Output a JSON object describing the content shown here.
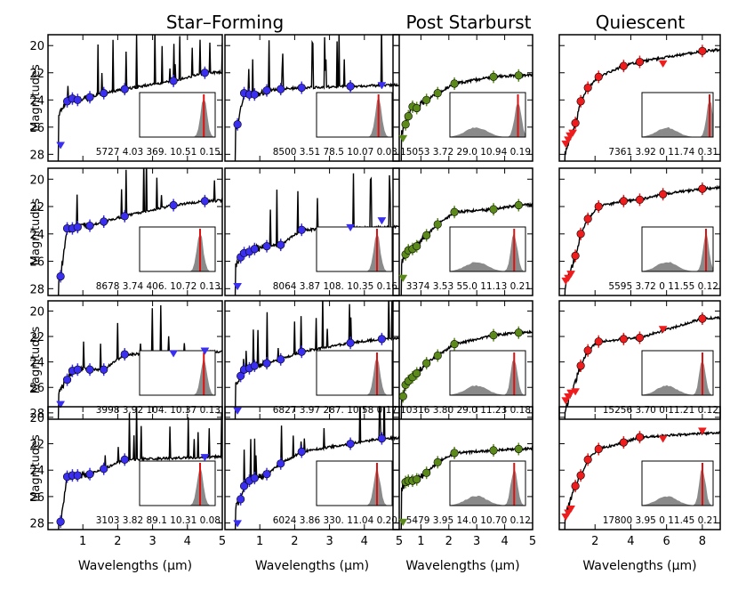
{
  "figure": {
    "column_titles": [
      "Star–Forming",
      "Post Starburst",
      "Quiescent"
    ],
    "ylabel": "Magnitudes",
    "xlabel": "Wavelengths (μm)",
    "colors": {
      "Star-Forming": "#3a2ff0",
      "Post Starburst": "#5b8a1a",
      "Quiescent": "#ee1c1c",
      "histogram": "#8a8a8a",
      "marker_line": "#e01010"
    }
  },
  "chart_data": {
    "type": "scatter",
    "y_axis": {
      "range": [
        28.5,
        19.2
      ],
      "inverted": true,
      "ticks": [
        20,
        22,
        24,
        26,
        28
      ]
    },
    "x_axes": [
      {
        "column": 0,
        "range": [
          0,
          5
        ],
        "ticks": [
          1,
          2,
          3,
          4,
          5
        ]
      },
      {
        "column": 1,
        "range": [
          0,
          5
        ],
        "ticks": [
          1,
          2,
          3,
          4,
          5
        ]
      },
      {
        "column": 2,
        "range": [
          0,
          5
        ],
        "ticks": [
          1,
          2,
          3,
          4,
          5
        ]
      },
      {
        "column": 3,
        "range": [
          0,
          9
        ],
        "ticks": [
          2,
          4,
          6,
          8
        ]
      }
    ],
    "panels": [
      {
        "id": "sf-1-1",
        "group": "Star-Forming",
        "col": 0,
        "row": 0,
        "stats": "5727 4.03 369. 10.51 0.15",
        "photometry": [
          [
            0.36,
            27.3,
            "tri"
          ],
          [
            0.55,
            24.1,
            "c"
          ],
          [
            0.7,
            23.9,
            "c"
          ],
          [
            0.85,
            24.0,
            "c"
          ],
          [
            1.2,
            23.8,
            "c"
          ],
          [
            1.6,
            23.5,
            "c"
          ],
          [
            2.2,
            23.2,
            "c"
          ],
          [
            3.6,
            22.6,
            "c"
          ],
          [
            4.5,
            22.0,
            "c"
          ]
        ],
        "hist_peak": 0.85
      },
      {
        "id": "sf-1-2",
        "group": "Star-Forming",
        "col": 1,
        "row": 0,
        "stats": "8500 3.51 78.5 10.07 0.03",
        "photometry": [
          [
            0.36,
            25.8,
            "c"
          ],
          [
            0.55,
            23.5,
            "c"
          ],
          [
            0.7,
            23.6,
            "c"
          ],
          [
            0.85,
            23.6,
            "c"
          ],
          [
            1.2,
            23.3,
            "c"
          ],
          [
            1.6,
            23.2,
            "c"
          ],
          [
            2.2,
            23.1,
            "c"
          ],
          [
            3.6,
            23.0,
            "c"
          ],
          [
            4.5,
            22.9,
            "tri"
          ]
        ],
        "hist_peak": 0.82
      },
      {
        "id": "psb-1",
        "group": "Post Starburst",
        "col": 2,
        "row": 0,
        "stats": "15053 3.72 29.0 10.94 0.19",
        "photometry": [
          [
            0.36,
            26.8,
            "tri"
          ],
          [
            0.45,
            25.8,
            "c"
          ],
          [
            0.55,
            25.2,
            "c"
          ],
          [
            0.7,
            24.5,
            "c"
          ],
          [
            0.85,
            24.6,
            "c"
          ],
          [
            1.2,
            24.0,
            "c"
          ],
          [
            1.6,
            23.5,
            "c"
          ],
          [
            2.2,
            22.8,
            "c"
          ],
          [
            3.6,
            22.3,
            "c"
          ],
          [
            4.5,
            22.2,
            "c"
          ]
        ],
        "hist_peak": 0.9
      },
      {
        "id": "q-1",
        "group": "Quiescent",
        "col": 3,
        "row": 0,
        "stats": "7361 3.92 0 11.74 0.31",
        "photometry": [
          [
            0.36,
            27.2,
            "tri"
          ],
          [
            0.5,
            26.9,
            "tri"
          ],
          [
            0.6,
            26.6,
            "tri"
          ],
          [
            0.75,
            26.4,
            "tri"
          ],
          [
            0.9,
            25.7,
            "c"
          ],
          [
            1.2,
            24.1,
            "c"
          ],
          [
            1.6,
            23.1,
            "c"
          ],
          [
            2.2,
            22.3,
            "c"
          ],
          [
            3.6,
            21.5,
            "c"
          ],
          [
            4.5,
            21.2,
            "c"
          ],
          [
            5.8,
            21.3,
            "tri"
          ],
          [
            8.0,
            20.4,
            "c"
          ]
        ],
        "hist_peak": 0.95
      },
      {
        "id": "sf-2-1",
        "group": "Star-Forming",
        "col": 0,
        "row": 1,
        "stats": "8678 3.74 406. 10.72 0.13",
        "photometry": [
          [
            0.36,
            27.1,
            "c"
          ],
          [
            0.55,
            23.6,
            "c"
          ],
          [
            0.7,
            23.6,
            "c"
          ],
          [
            0.85,
            23.5,
            "c"
          ],
          [
            1.2,
            23.4,
            "c"
          ],
          [
            1.6,
            23.1,
            "c"
          ],
          [
            2.2,
            22.7,
            "c"
          ],
          [
            3.6,
            21.9,
            "c"
          ],
          [
            4.5,
            21.6,
            "c"
          ]
        ],
        "hist_peak": 0.8
      },
      {
        "id": "sf-2-2",
        "group": "Star-Forming",
        "col": 1,
        "row": 1,
        "stats": "8064 3.87 108. 10.35 0.16",
        "photometry": [
          [
            0.36,
            27.8,
            "tri"
          ],
          [
            0.45,
            25.7,
            "c"
          ],
          [
            0.55,
            25.4,
            "c"
          ],
          [
            0.7,
            25.3,
            "c"
          ],
          [
            0.85,
            25.1,
            "c"
          ],
          [
            1.2,
            24.9,
            "c"
          ],
          [
            1.6,
            24.8,
            "c"
          ],
          [
            2.2,
            23.7,
            "c"
          ],
          [
            3.6,
            23.5,
            "tri"
          ],
          [
            4.5,
            23.0,
            "tri"
          ]
        ],
        "hist_peak": 0.8
      },
      {
        "id": "psb-2",
        "group": "Post Starburst",
        "col": 2,
        "row": 1,
        "stats": "3374 3.53 55.0 11.13 0.21",
        "photometry": [
          [
            0.36,
            27.2,
            "tri"
          ],
          [
            0.45,
            25.5,
            "c"
          ],
          [
            0.55,
            25.2,
            "c"
          ],
          [
            0.7,
            25.1,
            "c"
          ],
          [
            0.85,
            24.9,
            "c"
          ],
          [
            1.2,
            24.1,
            "c"
          ],
          [
            1.6,
            23.3,
            "c"
          ],
          [
            2.2,
            22.4,
            "c"
          ],
          [
            3.6,
            22.2,
            "c"
          ],
          [
            4.5,
            21.9,
            "c"
          ]
        ],
        "hist_peak": 0.85
      },
      {
        "id": "q-2",
        "group": "Quiescent",
        "col": 3,
        "row": 1,
        "stats": "5595 3.72 0 11.55 0.12",
        "photometry": [
          [
            0.36,
            27.4,
            "tri"
          ],
          [
            0.5,
            27.2,
            "tri"
          ],
          [
            0.65,
            26.9,
            "tri"
          ],
          [
            0.9,
            25.6,
            "c"
          ],
          [
            1.2,
            24.0,
            "c"
          ],
          [
            1.6,
            22.9,
            "c"
          ],
          [
            2.2,
            22.0,
            "c"
          ],
          [
            3.6,
            21.6,
            "c"
          ],
          [
            4.5,
            21.5,
            "c"
          ],
          [
            5.8,
            21.1,
            "c"
          ],
          [
            8.0,
            20.7,
            "c"
          ]
        ],
        "hist_peak": 0.9
      },
      {
        "id": "sf-3-1",
        "group": "Star-Forming",
        "col": 0,
        "row": 2,
        "stats": "3998 3.92 104. 10.37 0.13",
        "photometry": [
          [
            0.36,
            27.3,
            "tri"
          ],
          [
            0.55,
            25.4,
            "c"
          ],
          [
            0.7,
            24.7,
            "c"
          ],
          [
            0.85,
            24.6,
            "c"
          ],
          [
            1.2,
            24.6,
            "c"
          ],
          [
            1.6,
            24.6,
            "c"
          ],
          [
            2.2,
            23.4,
            "c"
          ],
          [
            3.6,
            23.3,
            "tri"
          ],
          [
            4.5,
            23.1,
            "tri"
          ]
        ],
        "hist_peak": 0.85
      },
      {
        "id": "sf-3-2",
        "group": "Star-Forming",
        "col": 1,
        "row": 2,
        "stats": "6827 3.97 287. 10.58 0.17",
        "photometry": [
          [
            0.36,
            27.8,
            "tri"
          ],
          [
            0.45,
            25.1,
            "c"
          ],
          [
            0.55,
            24.6,
            "c"
          ],
          [
            0.7,
            24.5,
            "c"
          ],
          [
            0.85,
            24.3,
            "c"
          ],
          [
            1.2,
            24.1,
            "c"
          ],
          [
            1.6,
            23.8,
            "c"
          ],
          [
            2.2,
            23.2,
            "c"
          ],
          [
            3.6,
            22.5,
            "c"
          ],
          [
            4.5,
            22.2,
            "c"
          ]
        ],
        "hist_peak": 0.8
      },
      {
        "id": "psb-3",
        "group": "Post Starburst",
        "col": 2,
        "row": 2,
        "stats": "10316 3.80 29.0 11.23 0.18",
        "photometry": [
          [
            0.36,
            26.7,
            "c"
          ],
          [
            0.45,
            25.8,
            "c"
          ],
          [
            0.55,
            25.5,
            "c"
          ],
          [
            0.7,
            25.2,
            "c"
          ],
          [
            0.85,
            24.9,
            "c"
          ],
          [
            1.2,
            24.1,
            "c"
          ],
          [
            1.6,
            23.5,
            "c"
          ],
          [
            2.2,
            22.6,
            "c"
          ],
          [
            3.6,
            21.9,
            "c"
          ],
          [
            4.5,
            21.7,
            "c"
          ]
        ],
        "hist_peak": 0.85
      },
      {
        "id": "q-3",
        "group": "Quiescent",
        "col": 3,
        "row": 2,
        "stats": "15256 3.70 0 11.21 0.12",
        "photometry": [
          [
            0.36,
            27.0,
            "tri"
          ],
          [
            0.5,
            26.7,
            "tri"
          ],
          [
            0.65,
            26.4,
            "tri"
          ],
          [
            0.9,
            26.3,
            "tri"
          ],
          [
            1.2,
            24.3,
            "c"
          ],
          [
            1.6,
            23.1,
            "c"
          ],
          [
            2.2,
            22.4,
            "c"
          ],
          [
            3.6,
            22.2,
            "c"
          ],
          [
            4.5,
            22.1,
            "c"
          ],
          [
            5.8,
            21.4,
            "tri"
          ],
          [
            8.0,
            20.6,
            "c"
          ]
        ],
        "hist_peak": 0.85
      },
      {
        "id": "sf-4-1",
        "group": "Star-Forming",
        "col": 0,
        "row": 3,
        "stats": "3103 3.82 89.1 10.31 0.08",
        "photometry": [
          [
            0.36,
            27.9,
            "c"
          ],
          [
            0.55,
            24.5,
            "c"
          ],
          [
            0.7,
            24.4,
            "c"
          ],
          [
            0.85,
            24.4,
            "c"
          ],
          [
            1.2,
            24.3,
            "c"
          ],
          [
            1.6,
            23.9,
            "c"
          ],
          [
            2.2,
            23.2,
            "c"
          ],
          [
            4.5,
            23.0,
            "tri"
          ]
        ],
        "hist_peak": 0.8
      },
      {
        "id": "sf-4-2",
        "group": "Star-Forming",
        "col": 1,
        "row": 3,
        "stats": "6024 3.86 330. 11.04 0.20",
        "photometry": [
          [
            0.36,
            28.0,
            "tri"
          ],
          [
            0.45,
            26.2,
            "c"
          ],
          [
            0.55,
            25.2,
            "c"
          ],
          [
            0.7,
            24.8,
            "c"
          ],
          [
            0.85,
            24.6,
            "c"
          ],
          [
            1.2,
            24.3,
            "c"
          ],
          [
            1.6,
            23.5,
            "c"
          ],
          [
            2.2,
            22.6,
            "c"
          ],
          [
            3.6,
            22.0,
            "c"
          ],
          [
            4.5,
            21.6,
            "c"
          ]
        ],
        "hist_peak": 0.8
      },
      {
        "id": "psb-4",
        "group": "Post Starburst",
        "col": 2,
        "row": 3,
        "stats": "5479 3.95 14.0 10.70 0.12",
        "photometry": [
          [
            0.36,
            27.9,
            "tri"
          ],
          [
            0.45,
            24.9,
            "c"
          ],
          [
            0.55,
            24.8,
            "c"
          ],
          [
            0.7,
            24.8,
            "c"
          ],
          [
            0.85,
            24.7,
            "c"
          ],
          [
            1.2,
            24.2,
            "c"
          ],
          [
            1.6,
            23.4,
            "c"
          ],
          [
            2.2,
            22.7,
            "c"
          ],
          [
            3.6,
            22.5,
            "c"
          ],
          [
            4.5,
            22.4,
            "c"
          ]
        ],
        "hist_peak": 0.85
      },
      {
        "id": "q-4",
        "group": "Quiescent",
        "col": 3,
        "row": 3,
        "stats": "17800 3.95 0 11.45 0.21",
        "photometry": [
          [
            0.36,
            27.5,
            "tri"
          ],
          [
            0.5,
            27.2,
            "tri"
          ],
          [
            0.65,
            26.9,
            "tri"
          ],
          [
            0.9,
            25.2,
            "c"
          ],
          [
            1.2,
            24.4,
            "c"
          ],
          [
            1.6,
            23.2,
            "c"
          ],
          [
            2.2,
            22.4,
            "c"
          ],
          [
            3.6,
            21.9,
            "c"
          ],
          [
            4.5,
            21.5,
            "c"
          ],
          [
            5.8,
            21.6,
            "tri"
          ],
          [
            8.0,
            21.0,
            "tri"
          ]
        ],
        "hist_peak": 0.85
      }
    ]
  }
}
